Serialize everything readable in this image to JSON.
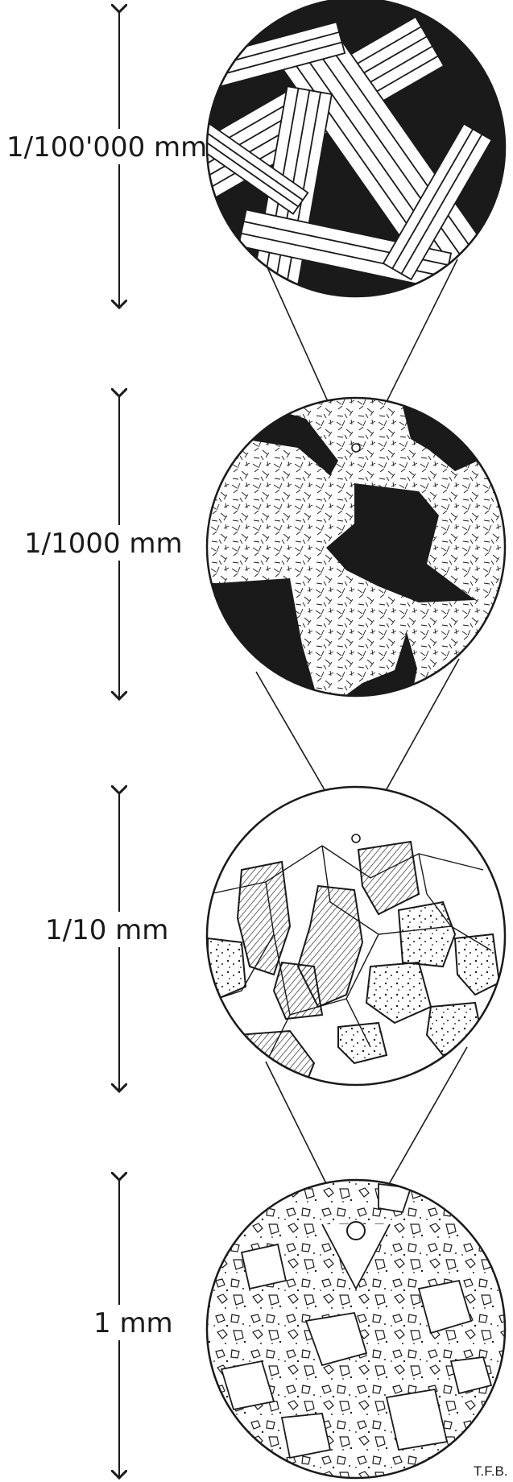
{
  "scales": [
    {
      "label": "1/100'000 mm",
      "view": "fibrous-crystals"
    },
    {
      "label": "1/1000 mm",
      "view": "needle-matrix-pores"
    },
    {
      "label": "1/10 mm",
      "view": "grains-and-crystals"
    },
    {
      "label": "1 mm",
      "view": "aggregate-concrete"
    }
  ],
  "credit": "T.F.B.",
  "colors": {
    "ink": "#1a1a1a",
    "paper": "#ffffff"
  }
}
